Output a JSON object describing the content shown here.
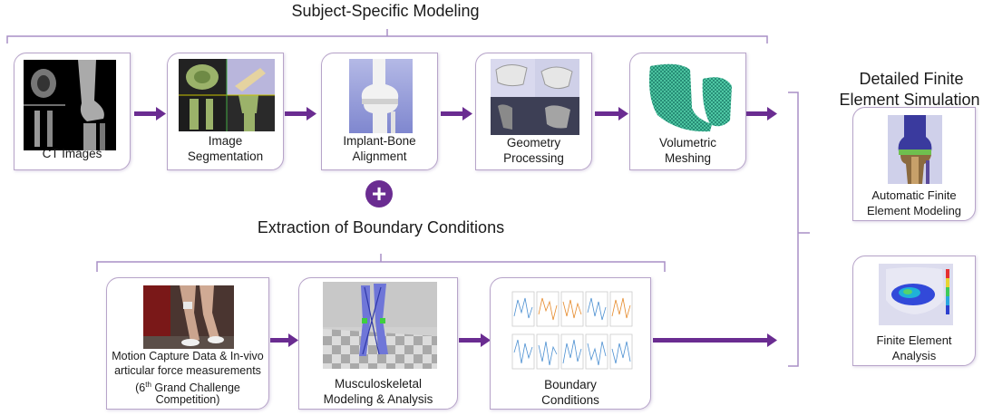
{
  "headings": {
    "subject_specific": "Subject-Specific Modeling",
    "boundary": "Extraction of Boundary Conditions",
    "detailed_line1": "Detailed Finite",
    "detailed_line2": "Element Simulation"
  },
  "top_steps": [
    {
      "line1": "CT Images",
      "line2": ""
    },
    {
      "line1": "Image",
      "line2": "Segmentation"
    },
    {
      "line1": "Implant-Bone",
      "line2": "Alignment"
    },
    {
      "line1": "Geometry",
      "line2": "Processing"
    },
    {
      "line1": "Volumetric",
      "line2": "Meshing"
    }
  ],
  "bottom_steps": {
    "motion": {
      "line1": "Motion Capture Data & In-vivo",
      "line2": "articular force measurements",
      "line3_pre": "(6",
      "line3_sup": "th",
      "line3_post": " Grand Challenge",
      "line4": "Competition)"
    },
    "musculo": {
      "line1": "Musculoskeletal",
      "line2": "Modeling & Analysis"
    },
    "boundary": {
      "line1": "Boundary",
      "line2": "Conditions"
    }
  },
  "right_steps": [
    {
      "line1": "Automatic Finite",
      "line2": "Element Modeling"
    },
    {
      "line1": "Finite Element",
      "line2": "Analysis"
    }
  ],
  "plus_symbol": "+",
  "colors": {
    "arrow": "#6a2c91",
    "bracket": "#a98fc6",
    "card_border": "#b7a4c9",
    "bone": "#9bb26a"
  }
}
